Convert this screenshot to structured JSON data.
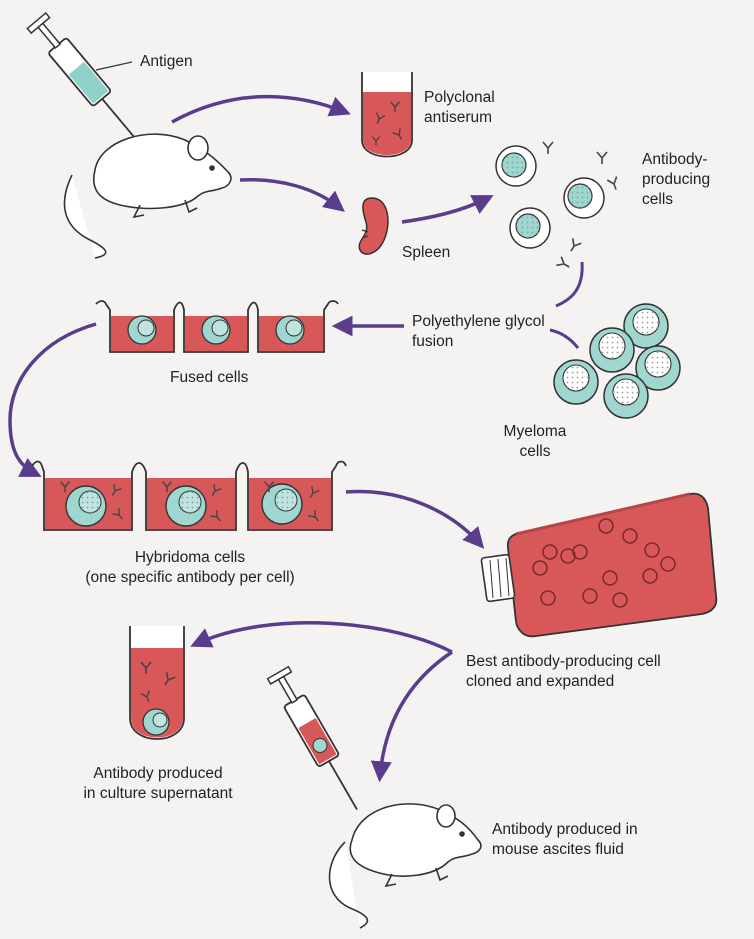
{
  "labels": {
    "antigen": "Antigen",
    "polyclonal": "Polyclonal\nantiserum",
    "spleen": "Spleen",
    "antibody_producing": "Antibody-\nproducing\ncells",
    "peg_fusion": "Polyethylene glycol\nfusion",
    "fused_cells": "Fused cells",
    "myeloma": "Myeloma\ncells",
    "hybridoma": "Hybridoma cells\n(one specific antibody per cell)",
    "best_clone": "Best antibody-producing cell\ncloned and expanded",
    "culture": "Antibody produced\nin culture supernatant",
    "ascites": "Antibody produced in\nmouse ascites fluid"
  },
  "colors": {
    "arrow": "#5b3b8c",
    "fluid": "#d8585a",
    "cell_teal": "#9fd6d0",
    "nucleus": "#bfe3df",
    "outline": "#3a3a3a"
  }
}
